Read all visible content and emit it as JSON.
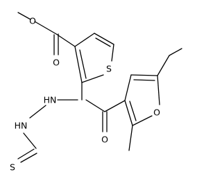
{
  "molecule": {
    "atom_labels": {
      "ester_carbonyl_o": "O",
      "ester_ether_o": "O",
      "thiophene_s": "S",
      "hydrazine_nh_upper": "HN",
      "hydrazine_nh_lower": "HN",
      "thioformyl_s": "S",
      "amide_o": "O",
      "furan_o": "O"
    }
  }
}
